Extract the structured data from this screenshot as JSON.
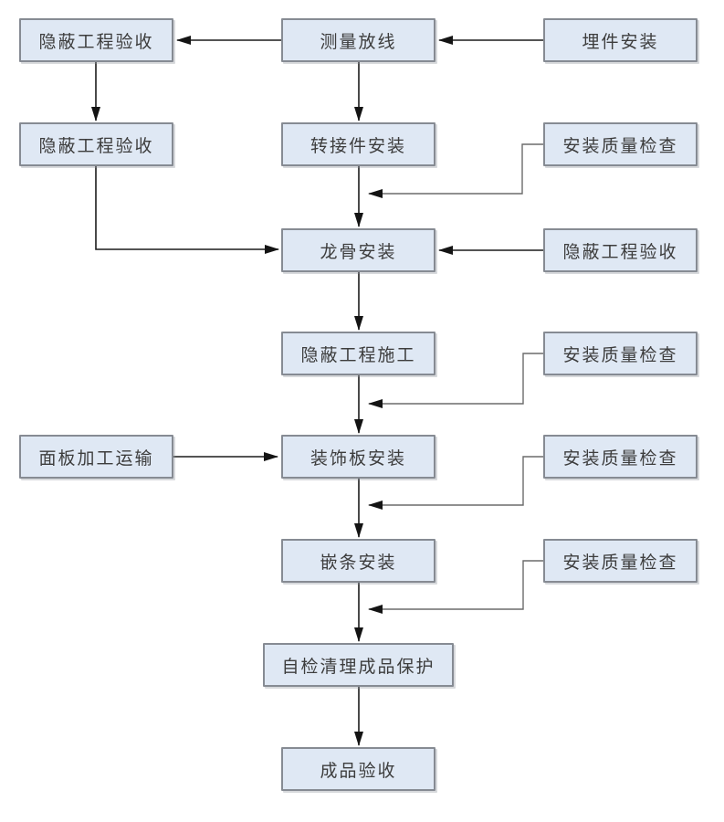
{
  "diagram": {
    "type": "flowchart",
    "theme": {
      "background": "#ffffff",
      "node_fill": "#dfe8f4",
      "node_border": "#868b93",
      "text_color": "#3d3d3d",
      "line_color": "#1c1c1c",
      "feedback_line_color": "#6b6b6b",
      "arrowhead_color": "#141414"
    },
    "nodes": [
      {
        "id": "hidden-work-acceptance-1",
        "label": "隐蔽工程验收"
      },
      {
        "id": "measure-setting-out",
        "label": "测量放线"
      },
      {
        "id": "embedded-parts-installation",
        "label": "埋件安装"
      },
      {
        "id": "hidden-work-acceptance-2",
        "label": "隐蔽工程验收"
      },
      {
        "id": "adapter-installation",
        "label": "转接件安装"
      },
      {
        "id": "installation-quality-check-1",
        "label": "安装质量检查"
      },
      {
        "id": "keel-installation",
        "label": "龙骨安装"
      },
      {
        "id": "hidden-work-acceptance-3",
        "label": "隐蔽工程验收"
      },
      {
        "id": "hidden-work-construction",
        "label": "隐蔽工程施工"
      },
      {
        "id": "installation-quality-check-2",
        "label": "安装质量检查"
      },
      {
        "id": "panel-processing-transport",
        "label": "面板加工运输"
      },
      {
        "id": "decorative-panel-installation",
        "label": "装饰板安装"
      },
      {
        "id": "installation-quality-check-3",
        "label": "安装质量检查"
      },
      {
        "id": "trim-strip-installation",
        "label": "嵌条安装"
      },
      {
        "id": "installation-quality-check-4",
        "label": "安装质量检查"
      },
      {
        "id": "self-check-cleanup-product-protection",
        "label": "自检清理成品保护"
      },
      {
        "id": "finished-product-acceptance",
        "label": "成品验收"
      }
    ],
    "edges": [
      {
        "from": "measure-setting-out",
        "to": "hidden-work-acceptance-1",
        "style": "arrow"
      },
      {
        "from": "embedded-parts-installation",
        "to": "measure-setting-out",
        "style": "arrow"
      },
      {
        "from": "hidden-work-acceptance-1",
        "to": "hidden-work-acceptance-2",
        "style": "arrow"
      },
      {
        "from": "measure-setting-out",
        "to": "adapter-installation",
        "style": "arrow"
      },
      {
        "from": "hidden-work-acceptance-2",
        "to": "keel-installation",
        "style": "arrow"
      },
      {
        "from": "adapter-installation",
        "to": "keel-installation",
        "style": "arrow"
      },
      {
        "from": "installation-quality-check-1",
        "to": "adapter-installation→keel-installation",
        "style": "feedback-elbow"
      },
      {
        "from": "hidden-work-acceptance-3",
        "to": "keel-installation",
        "style": "arrow"
      },
      {
        "from": "keel-installation",
        "to": "hidden-work-construction",
        "style": "arrow"
      },
      {
        "from": "hidden-work-construction",
        "to": "decorative-panel-installation",
        "style": "arrow"
      },
      {
        "from": "installation-quality-check-2",
        "to": "hidden-work-construction→decorative-panel-installation",
        "style": "feedback-elbow"
      },
      {
        "from": "panel-processing-transport",
        "to": "decorative-panel-installation",
        "style": "arrow"
      },
      {
        "from": "decorative-panel-installation",
        "to": "trim-strip-installation",
        "style": "arrow"
      },
      {
        "from": "installation-quality-check-3",
        "to": "decorative-panel-installation→trim-strip-installation",
        "style": "feedback-elbow"
      },
      {
        "from": "trim-strip-installation",
        "to": "self-check-cleanup-product-protection",
        "style": "arrow"
      },
      {
        "from": "installation-quality-check-4",
        "to": "trim-strip-installation→self-check-cleanup-product-protection",
        "style": "feedback-elbow"
      },
      {
        "from": "self-check-cleanup-product-protection",
        "to": "finished-product-acceptance",
        "style": "arrow"
      }
    ]
  }
}
